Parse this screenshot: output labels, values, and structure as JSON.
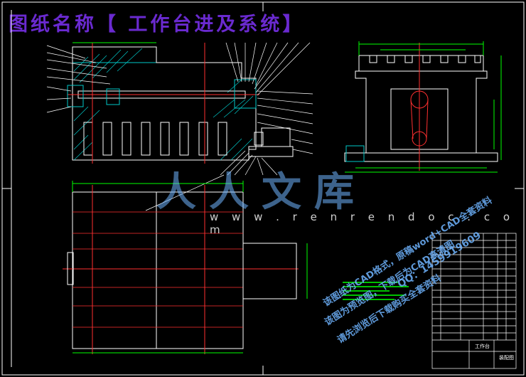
{
  "drawing": {
    "title": "图纸名称【 工作台进及系统】",
    "title_block": {
      "name_cell": "工作台",
      "sheet_cell": "装配图"
    }
  },
  "watermark": {
    "logo": "人人文库",
    "url": "w w w . r e n r e n d o c . c o m",
    "line1": "该图纸为CAD格式，原稿word+CAD全套资料",
    "line2": "QQ：1459919609",
    "line3": "该图为预览图，下载后为CAD高清图",
    "line4": "请先浏览后下载购买全套资料"
  },
  "colors": {
    "background": "#000000",
    "title": "#6a2ad0",
    "outline": "#ffffff",
    "section_hatch": "#00c8c8",
    "centerline": "#ff3030",
    "dimension": "#00ff00",
    "leader": "#ffffff",
    "watermark": "#6fb4ff"
  }
}
